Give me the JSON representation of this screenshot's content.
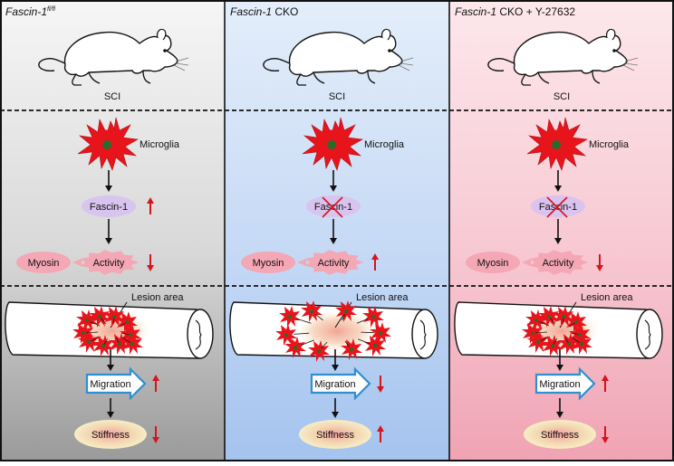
{
  "panels": [
    {
      "title_italic": "Fascin-1",
      "title_sup": "fl/fl",
      "title_rest": "",
      "mouse_label": "SCI",
      "microglia_label": "Microglia",
      "fascin_label": "Fascin-1",
      "fascin_knocked_out": false,
      "fascin_arrow": "up",
      "myosin_label": "Myosin",
      "activity_label": "Activity",
      "activity_arrow": "down",
      "lesion_label": "Lesion area",
      "migration_label": "Migration",
      "migration_arrow": "up",
      "stiffness_label": "Stiffness",
      "stiffness_arrow": "down",
      "cells_clustered": true,
      "background": [
        "#f5f5f5",
        "#9a9a9a"
      ]
    },
    {
      "title_italic": "Fascin-1",
      "title_sup": "",
      "title_rest": " CKO",
      "mouse_label": "SCI",
      "microglia_label": "Microglia",
      "fascin_label": "Fascin-1",
      "fascin_knocked_out": true,
      "fascin_arrow": "",
      "myosin_label": "Myosin",
      "activity_label": "Activity",
      "activity_arrow": "up",
      "lesion_label": "Lesion area",
      "migration_label": "Migration",
      "migration_arrow": "down",
      "stiffness_label": "Stiffness",
      "stiffness_arrow": "up",
      "cells_clustered": false,
      "background": [
        "#dde9f8",
        "#aac8f0"
      ]
    },
    {
      "title_italic": "Fascin-1",
      "title_sup": "",
      "title_rest": " CKO + Y-27632",
      "mouse_label": "SCI",
      "microglia_label": "Microglia",
      "fascin_label": "Fascin-1",
      "fascin_knocked_out": true,
      "fascin_arrow": "",
      "myosin_label": "Myosin",
      "activity_label": "Activity",
      "activity_arrow": "down",
      "lesion_label": "Lesion area",
      "migration_label": "Migration",
      "migration_arrow": "up",
      "stiffness_label": "Stiffness",
      "stiffness_arrow": "down",
      "cells_clustered": true,
      "background": [
        "#fbe4e8",
        "#f2a6b5"
      ]
    }
  ],
  "colors": {
    "cell_red": "#e8141c",
    "cell_center": "#2a6a2a",
    "pill_purple": "#d9c3ef",
    "spike_pink": "#f4a7b4",
    "arrow_red": "#d6141c",
    "migration_border": "#2f8fcf",
    "stiffness_fill": "#f0e2a8",
    "lesion_glow": "#f3b0a0"
  }
}
